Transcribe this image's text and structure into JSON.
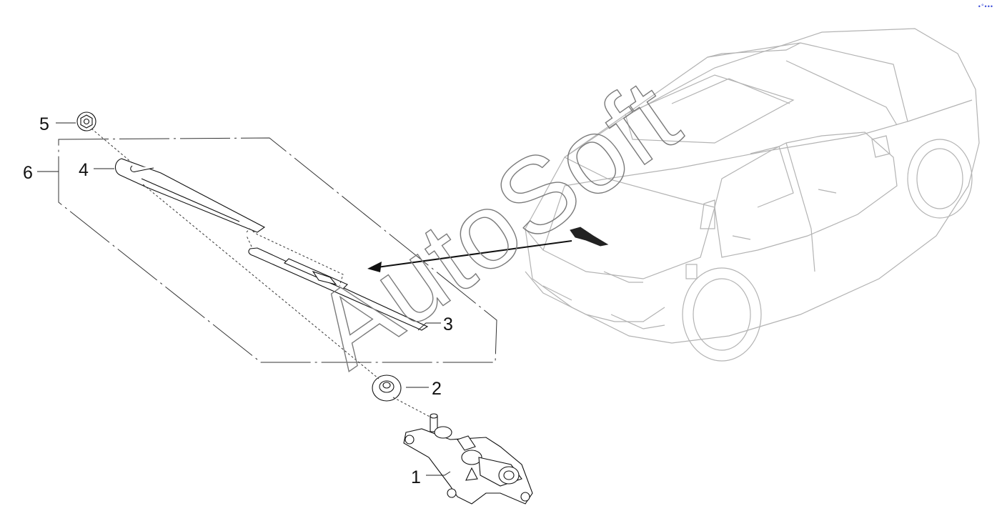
{
  "callouts": [
    {
      "id": "1",
      "label": "1"
    },
    {
      "id": "2",
      "label": "2"
    },
    {
      "id": "3",
      "label": "3"
    },
    {
      "id": "4",
      "label": "4"
    },
    {
      "id": "5",
      "label": "5"
    },
    {
      "id": "6",
      "label": "6"
    }
  ],
  "watermark": "AutoSoft",
  "corner_mark": "•°•••",
  "colors": {
    "line": "#111111",
    "car": "#b3b3b3",
    "watermark": "#7a7a7a",
    "corner": "#3a4bd8"
  }
}
